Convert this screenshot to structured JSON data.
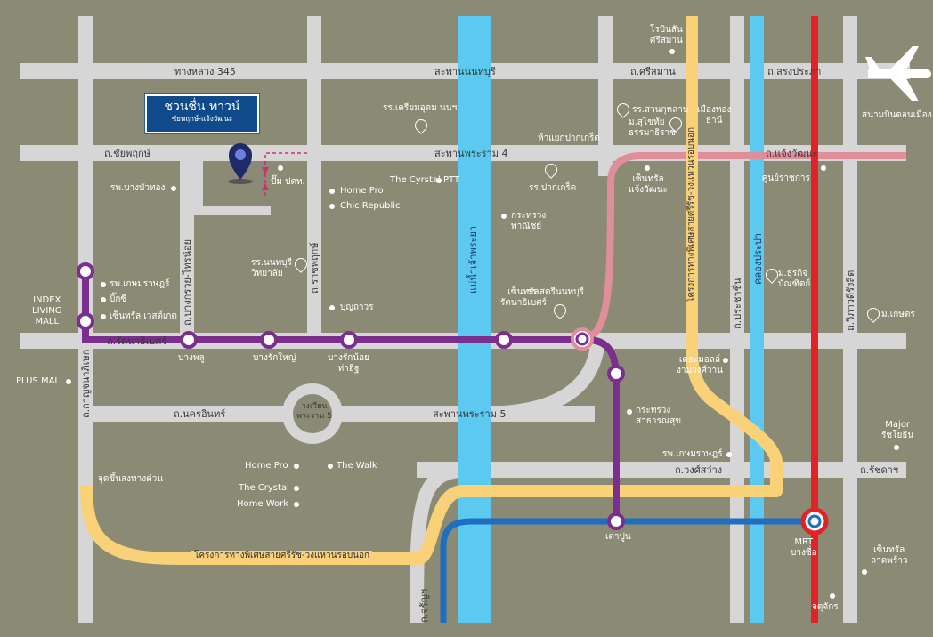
{
  "brand": {
    "name": "ชวนชื่น ทาวน์",
    "subtitle": "ชัยพฤกษ์-แจ้งวัฒนะ"
  },
  "roads": {
    "hwy345": "ทางหลวง 345",
    "bridge_nonthaburi": "สะพานนนทบุรี",
    "sri_saman": "ถ.ศรีสมาน",
    "songprapa": "ถ.สรงประภา",
    "chaiyaphruek": "ถ.ชัยพฤกษ์",
    "bridge_rama4": "สะพานพระราม 4",
    "chaengwattana": "ถ.แจ้งวัฒนะ",
    "bangkruai_sainoi": "ถ.บางกรวย-ไทรน้อย",
    "ratchaphruek": "ถ.ราชพฤกษ์",
    "rattanathibet": "ถ.รัตนาธิเบศร์",
    "nakhon_in": "ถ.นครอินทร์",
    "bridge_rama5": "สะพานพระราม 5",
    "kanchanaphisek": "ถ.กาญจนาภิเษก",
    "wong_sawang": "ถ.วงศ์สว่าง",
    "ratchada": "ถ.รัชดาฯ",
    "prachachuen": "ถ.ประชาชื่น",
    "vibhavadi": "ถ.วิภาวดีรังสิต",
    "charan": "ถ.จรัญฯ",
    "chao_phraya": "แม่น้ำเจ้าพระยา",
    "khlong_prapa": "คลองประปา",
    "circle_rama5": "วงเวียน\nพระราม 5",
    "expressway_bottom": "โครงการทางพิเศษสายศรีรัช-วงแหวนรอบนอก",
    "expressway_vertical": "โครงการทางพิเศษสายศรีรัช-วงแหวนรอบนอก",
    "expressway_start": "จุดขึ้นลงทางด่วน"
  },
  "stations": [
    "บางพลู",
    "บางรักใหญ่",
    "บางรักน้อย\nท่าอิฐ",
    "เตาปูน",
    "MRT\nบางซื่อ"
  ],
  "places": [
    "โรบินสัน\nศรีสมาน",
    "รร.เตรียมอุดม นนฯ",
    "รร.สวนกุหลาบ",
    "ม.สุโขทัย\nธรรมาธิราช",
    "เมืองทอง\nธานี",
    "สนามบินดอนเมือง",
    "ห้าแยกปากเกร็ด",
    "The Cyrstal PTT",
    "ปั๊ม ปตท.",
    "Home Pro",
    "Chic Republic",
    "รร.ปากเกร็ด",
    "เซ็นทรัล\nแจ้งวัฒนะ",
    "ศูนย์ราชการ",
    "รพ.บางบัวทอง",
    "กระทรวง\nพาณิชย์",
    "รร.นนทบุรี\nวิทยาลัย",
    "รพ.เกษมราษฎร์",
    "บิ๊กซี",
    "เซ็นทรัล เวสต์เกต",
    "INDEX\nLIVING\nMALL",
    "ม.ธุรกิจ\nบัณฑิตย์",
    "บุญถาวร",
    "เซ็นทรัล\nรัตนาธิเบศร์",
    "รร.สตรีนนทบุรี",
    "ม.เกษตร",
    "PLUS MALL",
    "เดอะมอลล์\nงามวงศ์วาน",
    "กระทรวง\nสาธารณสุข",
    "Major\nรัชโยธิน",
    "รพ.เกษมราษฎร์",
    "Home Pro",
    "The Walk",
    "The Crystal",
    "Home Work",
    "เซ็นทรัล\nลาดพร้าว",
    "จตุจักร"
  ],
  "colors": {
    "bg": "#8b8b75",
    "road": "#d6d6d6",
    "river": "#5ccaf0",
    "purple": "#7a2f8e",
    "pink": "#e08f9a",
    "yellow": "#f9d178",
    "blue": "#1e6fc0",
    "red": "#e32228"
  },
  "icons": [
    "airplane-icon",
    "location-pin-icon",
    "school-icon"
  ]
}
